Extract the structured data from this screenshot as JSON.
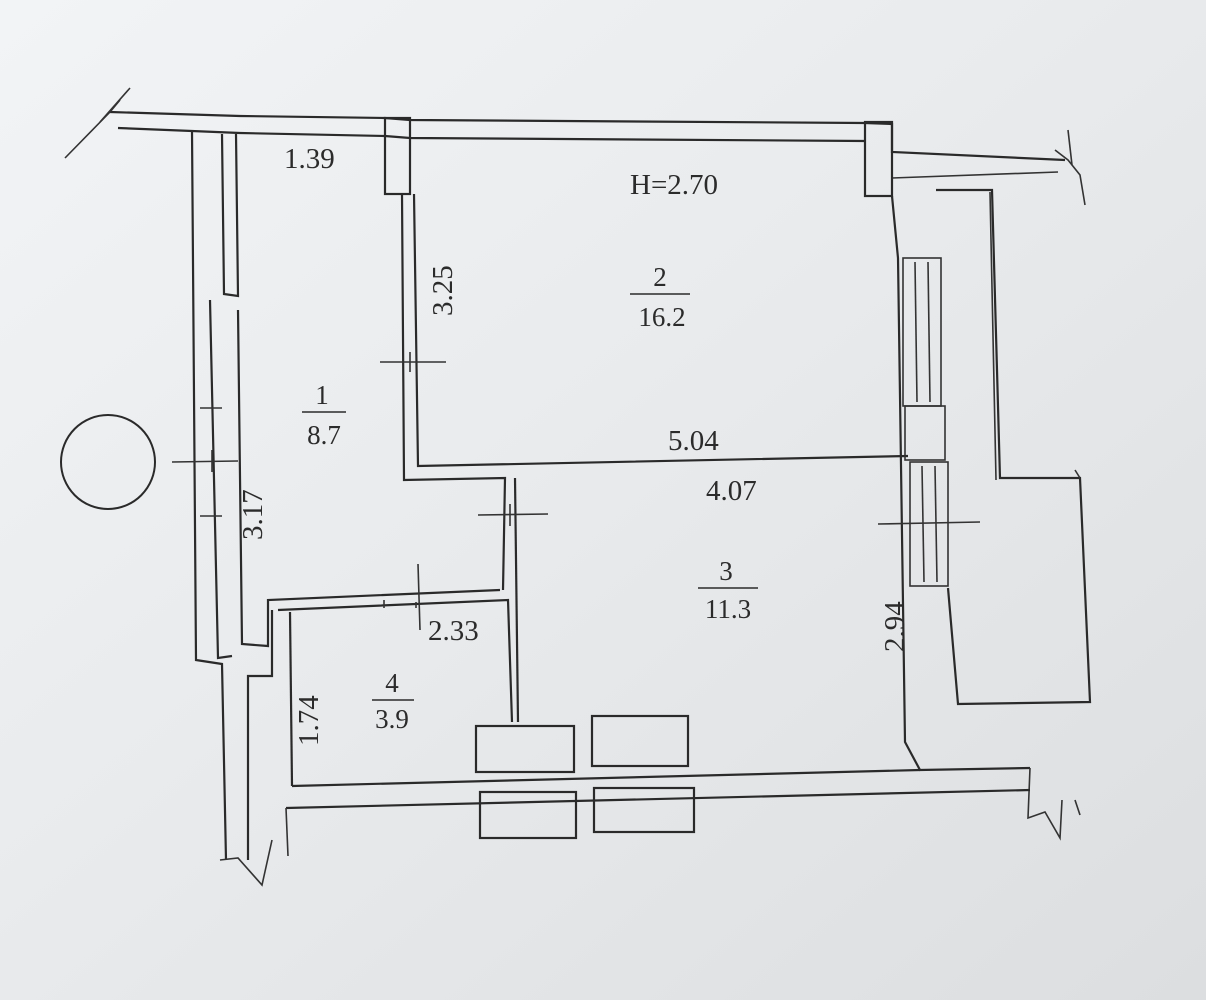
{
  "ceiling_height": "H=2.70",
  "rooms": [
    {
      "number": "1",
      "area": "8.7"
    },
    {
      "number": "2",
      "area": "16.2"
    },
    {
      "number": "3",
      "area": "11.3"
    },
    {
      "number": "4",
      "area": "3.9"
    }
  ],
  "dimensions": {
    "d_1_39": "1.39",
    "d_3_25": "3.25",
    "d_5_04": "5.04",
    "d_4_07": "4.07",
    "d_3_17": "3.17",
    "d_2_33": "2.33",
    "d_1_74": "1.74",
    "d_2_94": "2.94"
  }
}
